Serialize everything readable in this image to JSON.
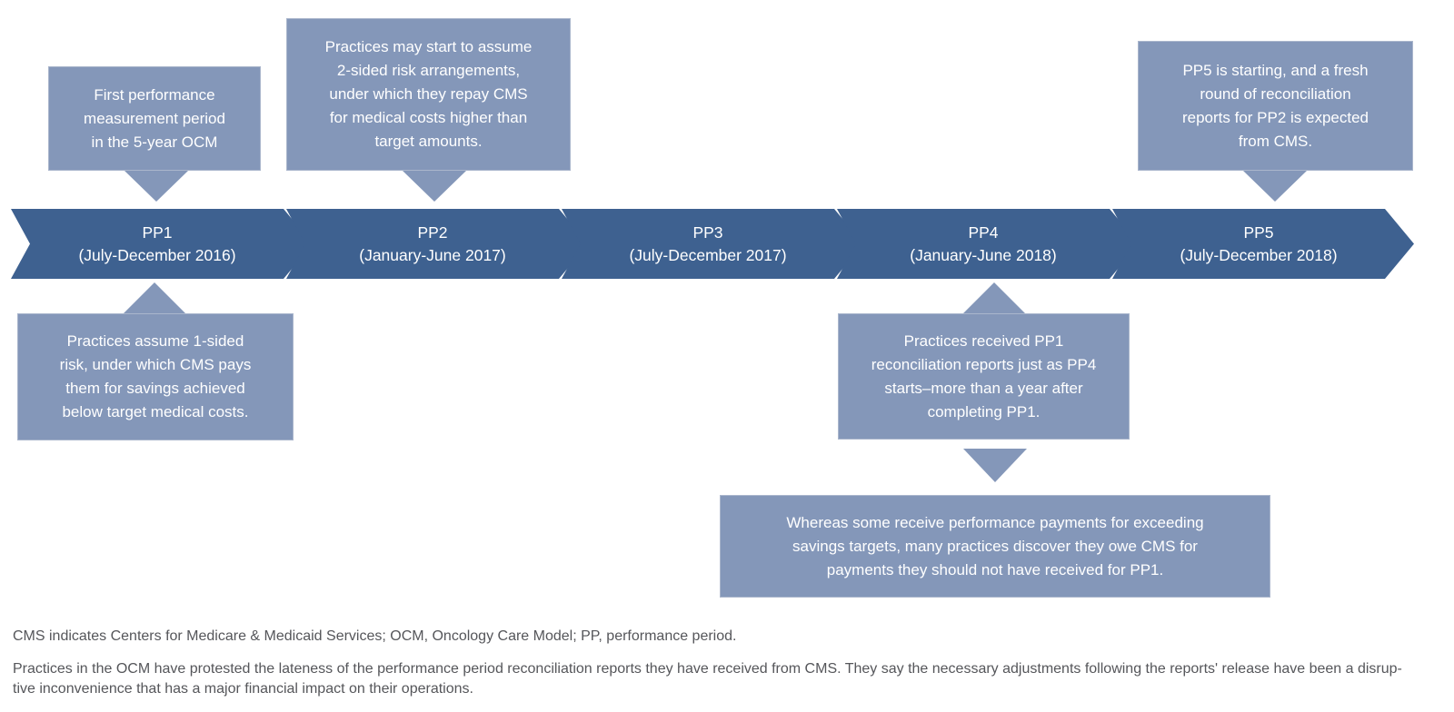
{
  "figure": {
    "title_hint": "Oncology Care Model performance period timeline",
    "timeline": {
      "periods": [
        {
          "name": "PP1",
          "dates": "(July-December 2016)"
        },
        {
          "name": "PP2",
          "dates": "(January-June 2017)"
        },
        {
          "name": "PP3",
          "dates": "(July-December 2017)"
        },
        {
          "name": "PP4",
          "dates": "(January-June 2018)"
        },
        {
          "name": "PP5",
          "dates": "(July-December 2018)"
        }
      ]
    },
    "callouts": {
      "pp1_above": {
        "text": "First performance\nmeasurement period\nin the 5-year OCM"
      },
      "pp2_above": {
        "text": "Practices may start to assume\n2-sided risk arrangements,\nunder which they repay CMS\nfor medical costs higher than\ntarget amounts."
      },
      "pp5_above": {
        "text": "PP5 is starting, and a fresh\nround of reconciliation\nreports for PP2 is expected\nfrom CMS."
      },
      "pp1_below": {
        "text": "Practices assume 1-sided\nrisk, under which CMS pays\nthem for savings achieved\nbelow target medical costs."
      },
      "pp4_below": {
        "text": "Practices received PP1\nreconciliation reports just as PP4\nstarts–more than a year after\ncompleting PP1."
      },
      "outcome_bottom": {
        "text": "Whereas some receive performance payments for exceeding\nsavings targets, many practices discover they owe CMS for\npayments they should not have received for PP1."
      }
    },
    "footnotes": {
      "abbreviations": "CMS indicates Centers for Medicare & Medicaid Services; OCM, Oncology Care Model; PP, performance period.",
      "note": "Practices in the OCM have protested the lateness of the performance period reconciliation reports they have received from CMS. They say the necessary adjustments following the reports' release have been a disrup-\ntive inconvenience that has a major financial impact on their operations."
    },
    "colors": {
      "arrow_blue": "#3E6190",
      "callout_blue": "#8497B9",
      "text_light": "#FFFFFF",
      "footnote_text": "#55565A"
    }
  }
}
